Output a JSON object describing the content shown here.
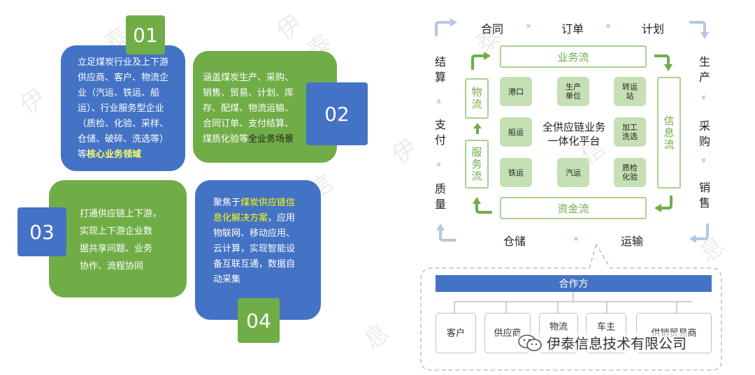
{
  "watermark_chars": [
    "伊",
    "泰",
    "信",
    "息",
    "伊",
    "泰",
    "信",
    "息",
    "伊",
    "泰",
    "信",
    "息"
  ],
  "cards": [
    {
      "number": "01",
      "lines": [
        "立足煤炭行业及上下游",
        "供应商、客户、物流企",
        "业（汽运、铁运、船",
        "运）、行业服务型企业",
        "（质检、化验、采样、",
        "仓储、破碎、洗选等）"
      ],
      "last_prefix": "等",
      "last_highlight": "核心业务领域"
    },
    {
      "number": "02",
      "lines": [
        "涵盖煤炭生产、采购、",
        "销售、贸易、计划、库",
        "存、配煤、物流运输、",
        "合同订单、支付结算、"
      ],
      "last_prefix": "煤质化验等",
      "last_highlight": "全业务场景"
    },
    {
      "number": "03",
      "lines": [
        "打通供应链上下游，",
        "实现上下游企业数",
        "据共享问题、业务",
        "协作、流程协同"
      ]
    },
    {
      "number": "04",
      "first_prefix": "聚焦于",
      "first_highlight": "煤炭供应链信",
      "second_highlight": "息化解决方案",
      "second_suffix": "，应用",
      "lines": [
        "物联网、移动应用、",
        "云计算，实现智能设",
        "备互联互通，数据自",
        "动采集"
      ]
    }
  ],
  "cycle": {
    "top": [
      "合同",
      "订单",
      "计划"
    ],
    "right": [
      "生产",
      "采购",
      "销售"
    ],
    "bottom": [
      "运输",
      "仓储"
    ],
    "left": [
      "质量",
      "支付",
      "结算"
    ]
  },
  "flows": {
    "top": "业务流",
    "bottom": "资金流",
    "right": "信息流",
    "left_top": "物流",
    "left_bottom": "服务流"
  },
  "tiles": [
    "港口",
    "生产单位",
    "转运站",
    "船运",
    "加工洗选",
    "铁运",
    "汽运",
    "质检化验"
  ],
  "center": [
    "全供应链业务",
    "一体化平台"
  ],
  "partners": {
    "title": "合作方",
    "items": [
      "客户",
      "供应商",
      "物流",
      "车主",
      "供销贸易商"
    ]
  },
  "company": "伊泰信息技术有限公司",
  "colors": {
    "blue": "#4472C4",
    "green": "#70AD47",
    "light_green": "#C5E0B4",
    "highlight": "#FFFF66"
  }
}
